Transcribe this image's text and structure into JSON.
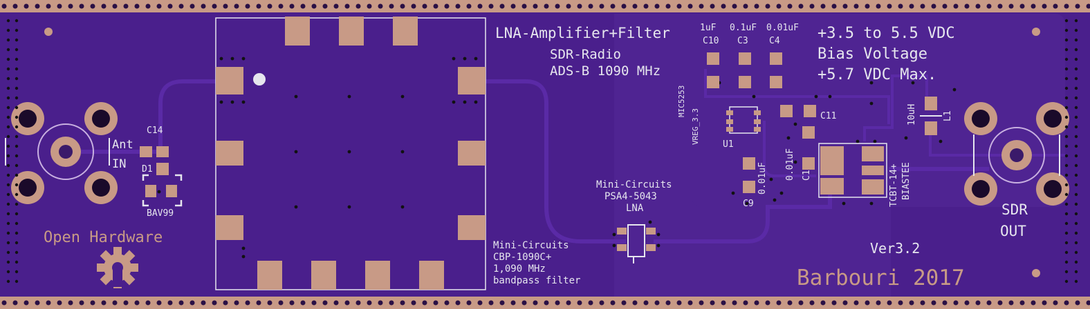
{
  "title": {
    "line1": "LNA-Amplifier+Filter",
    "line2": "SDR-Radio",
    "line3": "ADS-B 1090 MHz"
  },
  "power": {
    "line1": "+3.5 to 5.5 VDC",
    "line2": "Bias Voltage",
    "line3": "+5.7 VDC Max."
  },
  "caps_top": {
    "c10": {
      "value": "1uF",
      "ref": "C10"
    },
    "c3": {
      "value": "0.1uF",
      "ref": "C3"
    },
    "c4": {
      "value": "0.01uF",
      "ref": "C4"
    }
  },
  "regulator": {
    "part": "MIC5253",
    "desc": "VREG_3.3",
    "ref": "U1"
  },
  "c11": {
    "ref": "C11"
  },
  "c1": {
    "value": "0.01uF",
    "ref": "C1"
  },
  "c9": {
    "value": "0.01uF",
    "ref": "C9"
  },
  "inductor": {
    "value": "10uH",
    "ref": "L1"
  },
  "biastee": {
    "line1": "TCBT-14+",
    "line2": "BIASTEE"
  },
  "input": {
    "line1": "Ant",
    "line2": "IN"
  },
  "c14": {
    "ref": "C14"
  },
  "d1": {
    "ref": "D1",
    "part": "BAV99"
  },
  "lna": {
    "line1": "Mini-Circuits",
    "line2": "PSA4-5043",
    "line3": "LNA"
  },
  "filter": {
    "line1": "Mini-Circuits",
    "line2": "CBP-1090C+",
    "line3": "1,090 MHz",
    "line4": "bandpass filter"
  },
  "open_hw": {
    "text": "Open Hardware"
  },
  "output": {
    "line1": "SDR",
    "line2": "OUT"
  },
  "version": "Ver3.2",
  "author": "Barbouri 2017",
  "colors": {
    "board": "#4a1f8c",
    "copper_fill": "#3d1a78",
    "pad": "#c89a86",
    "silk": "#e6e6ee"
  }
}
